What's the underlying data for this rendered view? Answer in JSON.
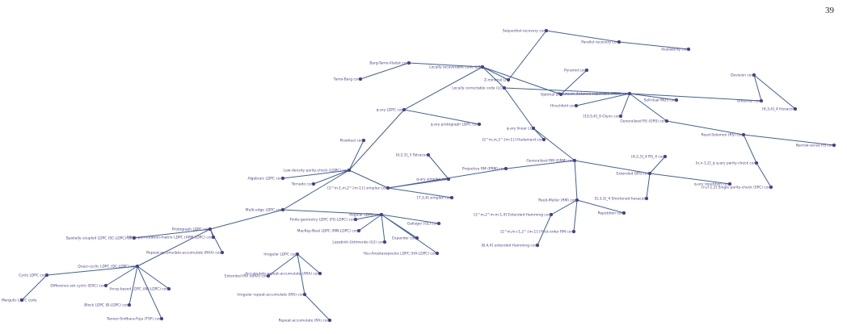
{
  "page_number": "39",
  "caption": "",
  "colors": {
    "edge": "#3f6297",
    "node": "#4a3f8f",
    "label": "#4b3f8a"
  },
  "nodes": [
    {
      "id": "seq_rec",
      "label": "Sequential-recovery code"
    },
    {
      "id": "par_rec",
      "label": "Parallel-recovery code"
    },
    {
      "id": "avail",
      "label": "Availability code"
    },
    {
      "id": "lrc",
      "label": "Locally recoverable code (LRC)"
    },
    {
      "id": "zlrc",
      "label": "Z-minimal LRC"
    },
    {
      "id": "olrc",
      "label": "Optimal LRC"
    },
    {
      "id": "pyramid",
      "label": "Pyramid code"
    },
    {
      "id": "btv",
      "label": "Barg-Tamo-Vladut code"
    },
    {
      "id": "tb",
      "label": "Tamo-Barg code"
    },
    {
      "id": "lcc",
      "label": "Locally correctable code (LCC)"
    },
    {
      "id": "mds",
      "label": "Maximum distance separable (MDS) code"
    },
    {
      "id": "devision",
      "label": "Devision code"
    },
    {
      "id": "hexa",
      "label": "[6,3,4]_4 Hexacode"
    },
    {
      "id": "self_mds",
      "label": "Self-dual MDS code"
    },
    {
      "id": "griesmer",
      "label": "Griesmer code"
    },
    {
      "id": "hirschfeld",
      "label": "Hirschfeld code"
    },
    {
      "id": "glynn",
      "label": "[10,5,6]_9 Glynn code"
    },
    {
      "id": "grs",
      "label": "Generalized RS (GRS) code"
    },
    {
      "id": "rs",
      "label": "Reed-Solomon (RS) code"
    },
    {
      "id": "narrow_rs",
      "label": "Narrow-sense RS code"
    },
    {
      "id": "qarypc",
      "label": "[n,n-1,2]_q q-ary parity-check code"
    },
    {
      "id": "spc",
      "label": "[n,n-1,2] Single parity-check (SPC) code"
    },
    {
      "id": "qldpc",
      "label": "q-ary LDPC code"
    },
    {
      "id": "qproto",
      "label": "q-ary protograph LDPC code"
    },
    {
      "id": "qlcc",
      "label": "q-ary linear LCC"
    },
    {
      "id": "hadamard",
      "label": "[2^m,m,2^{m-1}] Hadamard code"
    },
    {
      "id": "grm",
      "label": "Generalized RM (GRM) code"
    },
    {
      "id": "pinwheel",
      "label": "Pinwheel code"
    },
    {
      "id": "ldpc",
      "label": "Low-density parity-check (LDPC) code"
    },
    {
      "id": "algebraic",
      "label": "Algebraic LDPC code"
    },
    {
      "id": "tornado",
      "label": "Tornado code"
    },
    {
      "id": "tetracode",
      "label": "[4,2,3]_3 Tetracode"
    },
    {
      "id": "qsimplex",
      "label": "q-ary simplex code"
    },
    {
      "id": "simplex",
      "label": "[2^m-1,m,2^{m-1}] simplex code"
    },
    {
      "id": "simplex7",
      "label": "[7,3,4] simplex code"
    },
    {
      "id": "prm",
      "label": "Projective RM (PRM) code"
    },
    {
      "id": "egrs",
      "label": "Extended GRS code"
    },
    {
      "id": "rs425",
      "label": "[4,2,3]_4 RS_4 code"
    },
    {
      "id": "qrep",
      "label": "q-ary repetition code"
    },
    {
      "id": "shorthex",
      "label": "[5,3,3]_4 Shortened hexacode"
    },
    {
      "id": "rm",
      "label": "Reed-Muller (RM) code"
    },
    {
      "id": "eham",
      "label": "[2^m,2^m-m-1,4] Extended Hamming code"
    },
    {
      "id": "rep",
      "label": "Repetition code"
    },
    {
      "id": "firstrm",
      "label": "[2^m,m+1,2^{m-1}] First-order RM code"
    },
    {
      "id": "eham8",
      "label": "[8,4,4] extended Hamming code"
    },
    {
      "id": "multiedge",
      "label": "Multi-edge LDPC code"
    },
    {
      "id": "regular",
      "label": "Regular LDPC code"
    },
    {
      "id": "fgldpc",
      "label": "Finite-geometry LDPC (FG-LDPC) code"
    },
    {
      "id": "mackay",
      "label": "MacKay-Neal LDPC (MN-LDPC) code"
    },
    {
      "id": "gallager",
      "label": "Gallager (GL) code"
    },
    {
      "id": "lu",
      "label": "Lazebnik-Ustimenko (LU) code"
    },
    {
      "id": "expander",
      "label": "Expander code"
    },
    {
      "id": "ha",
      "label": "Hsu-Anastasopoulos LDPC (HA-LDPC) code"
    },
    {
      "id": "proto",
      "label": "Protograph LDPC code"
    },
    {
      "id": "scldpc",
      "label": "Spatially coupled LDPC (SC-LDPC) code"
    },
    {
      "id": "apm",
      "label": "Affine-permutation-matrix LDPC (APM-LDPC) code"
    },
    {
      "id": "raa",
      "label": "Repeat-accumulate-accumulate (RAA) code"
    },
    {
      "id": "qc",
      "label": "Quasi-cyclic LDPC (QC-LDPC) code"
    },
    {
      "id": "cycle",
      "label": "Cycle LDPC code"
    },
    {
      "id": "margulis",
      "label": "Margulis LDPC code"
    },
    {
      "id": "dsc",
      "label": "Difference-set cyclic (DSC) code"
    },
    {
      "id": "ab",
      "label": "Array-based LDPC (AB-LDPC) code"
    },
    {
      "id": "block",
      "label": "Block LDPC (B-LDPC) code"
    },
    {
      "id": "tsf",
      "label": "Tanner-Sridhara-Fuja (TSF) code"
    },
    {
      "id": "irregular",
      "label": "Irregular LDPC code"
    },
    {
      "id": "eira",
      "label": "Extended IRA (eIRA) code"
    },
    {
      "id": "ara",
      "label": "Accumulate-repeat-accumulate (ARA) code"
    },
    {
      "id": "ira",
      "label": "Irregular repeat-accumulate (IRA) code"
    },
    {
      "id": "ra",
      "label": "Repeat-accumulate (RA) code"
    }
  ]
}
